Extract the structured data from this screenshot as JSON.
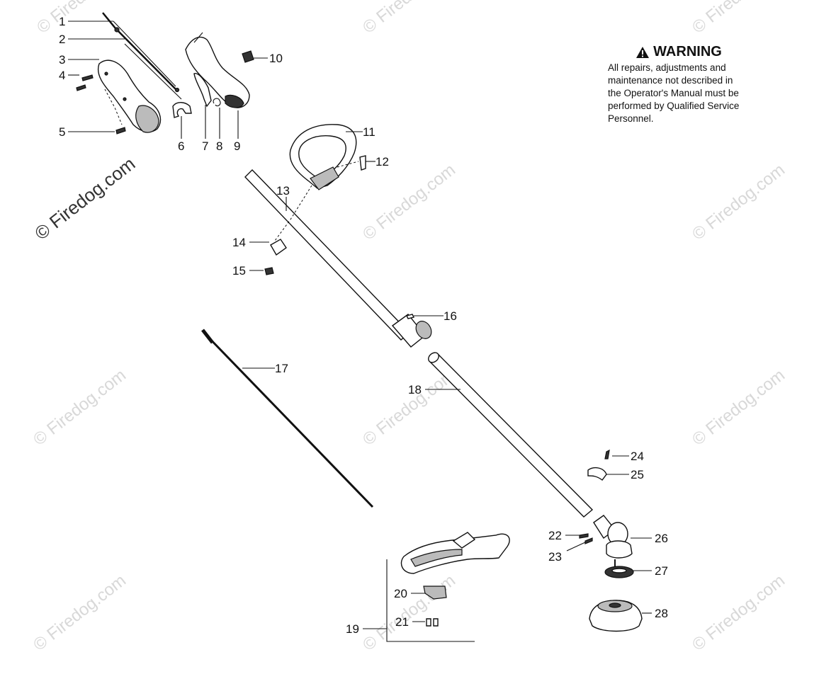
{
  "warning": {
    "title": "WARNING",
    "lines": [
      "All repairs, adjustments and",
      "maintenance not described in",
      "the Operator's Manual must be",
      "performed by Qualified Service",
      "Personnel."
    ]
  },
  "watermark": "© Firedog.com",
  "labels": {
    "l1": "1",
    "l2": "2",
    "l3": "3",
    "l4": "4",
    "l5": "5",
    "l6": "6",
    "l7": "7",
    "l8": "8",
    "l9": "9",
    "l10": "10",
    "l11": "11",
    "l12": "12",
    "l13": "13",
    "l14": "14",
    "l15": "15",
    "l16": "16",
    "l17": "17",
    "l18": "18",
    "l19": "19",
    "l20": "20",
    "l21": "21",
    "l22": "22",
    "l23": "23",
    "l24": "24",
    "l25": "25",
    "l26": "26",
    "l27": "27",
    "l28": "28"
  },
  "icons": {
    "warning": "warning-triangle-icon"
  }
}
